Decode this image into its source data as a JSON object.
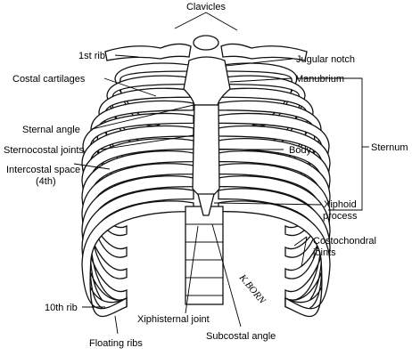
{
  "labels": {
    "clavicles": "Clavicles",
    "first_rib": "1st rib",
    "jugular_notch": "Jugular notch",
    "costal_cartilages": "Costal cartilages",
    "manubrium": "Manubrium",
    "sternal_angle": "Sternal angle",
    "sternocostal_joints": "Sternocostal joints",
    "body": "Body",
    "sternum": "Sternum",
    "intercostal_space": "Intercostal space",
    "intercostal_space_num": "(4th)",
    "xiphoid": "Xiphoid",
    "process": "process",
    "costochondral": "Costochondral",
    "joints": "joints",
    "tenth_rib": "10th rib",
    "xiphisternal_joint": "Xiphisternal joint",
    "subcostal_angle": "Subcostal angle",
    "floating_ribs": "Floating ribs",
    "signature": "K.BORN"
  },
  "colors": {
    "stroke": "#111111",
    "stipple": "#444444",
    "background": "#ffffff"
  }
}
